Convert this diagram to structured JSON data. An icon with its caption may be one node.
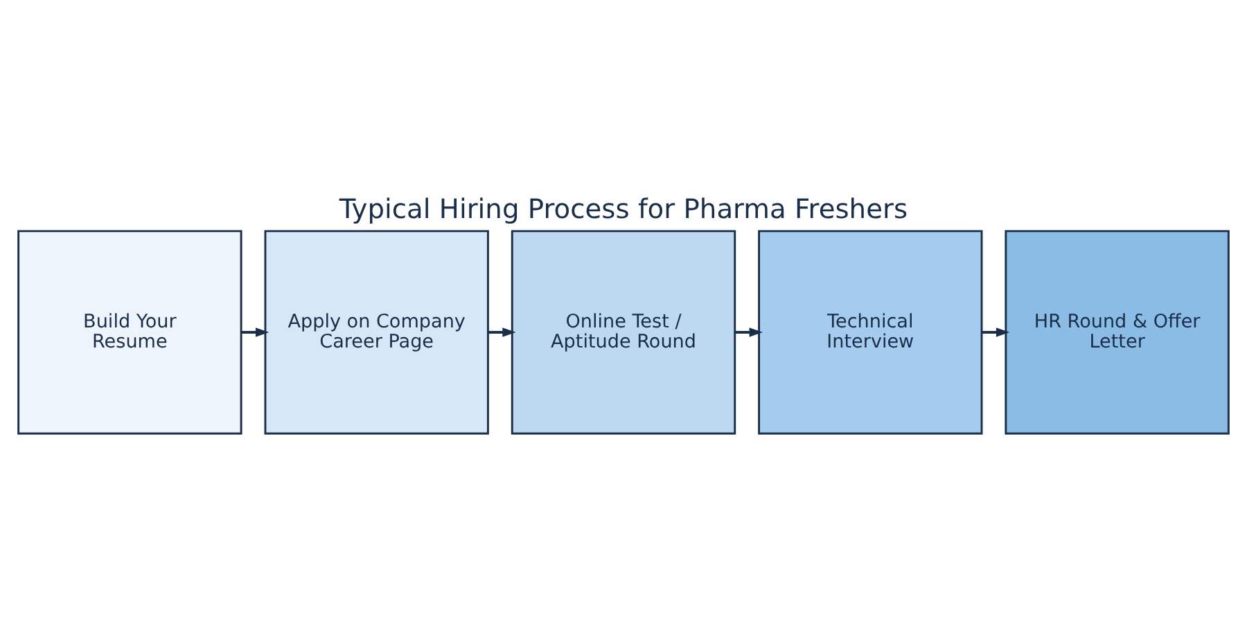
{
  "diagram": {
    "title": "Typical Hiring Process for Pharma Freshers",
    "nodes": [
      {
        "text": [
          "Build Your Resume"
        ]
      },
      {
        "text": [
          "Apply on Company Career Page"
        ]
      },
      {
        "text": [
          "Online Test / Aptitude Round"
        ]
      },
      {
        "text": [
          "Technical Interview"
        ]
      },
      {
        "text": [
          "HR Round & Offer Letter"
        ]
      }
    ],
    "edges": [
      {
        "from": 0,
        "to": 1,
        "arrow": "to"
      },
      {
        "from": 1,
        "to": 2,
        "arrow": "to"
      },
      {
        "from": 2,
        "to": 3,
        "arrow": "to"
      },
      {
        "from": 3,
        "to": 4,
        "arrow": "to"
      }
    ]
  }
}
